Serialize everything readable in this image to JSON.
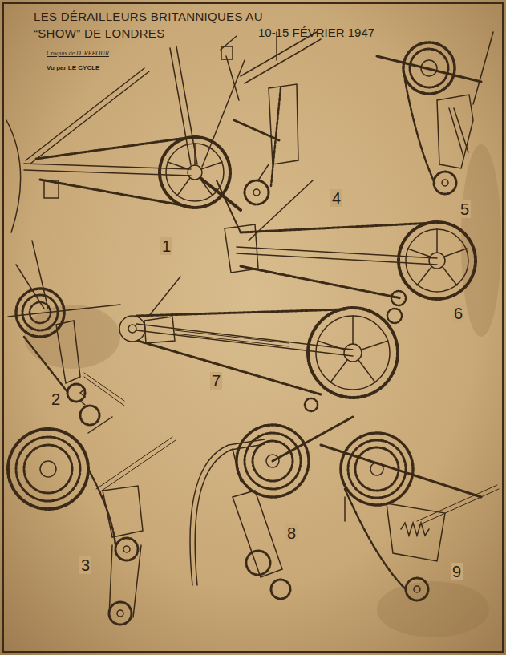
{
  "diagram": {
    "title": "LES DÉRAILLEURS BRITANNIQUES AU “SHOW” DE LONDRES",
    "labels": [
      "10-15 FÉVRIER 1947",
      "Croquis de D. REBOUR",
      "Vu par LE CYCLE",
      "1",
      "2",
      "3",
      "4",
      "5",
      "6",
      "7",
      "8",
      "9"
    ]
  }
}
